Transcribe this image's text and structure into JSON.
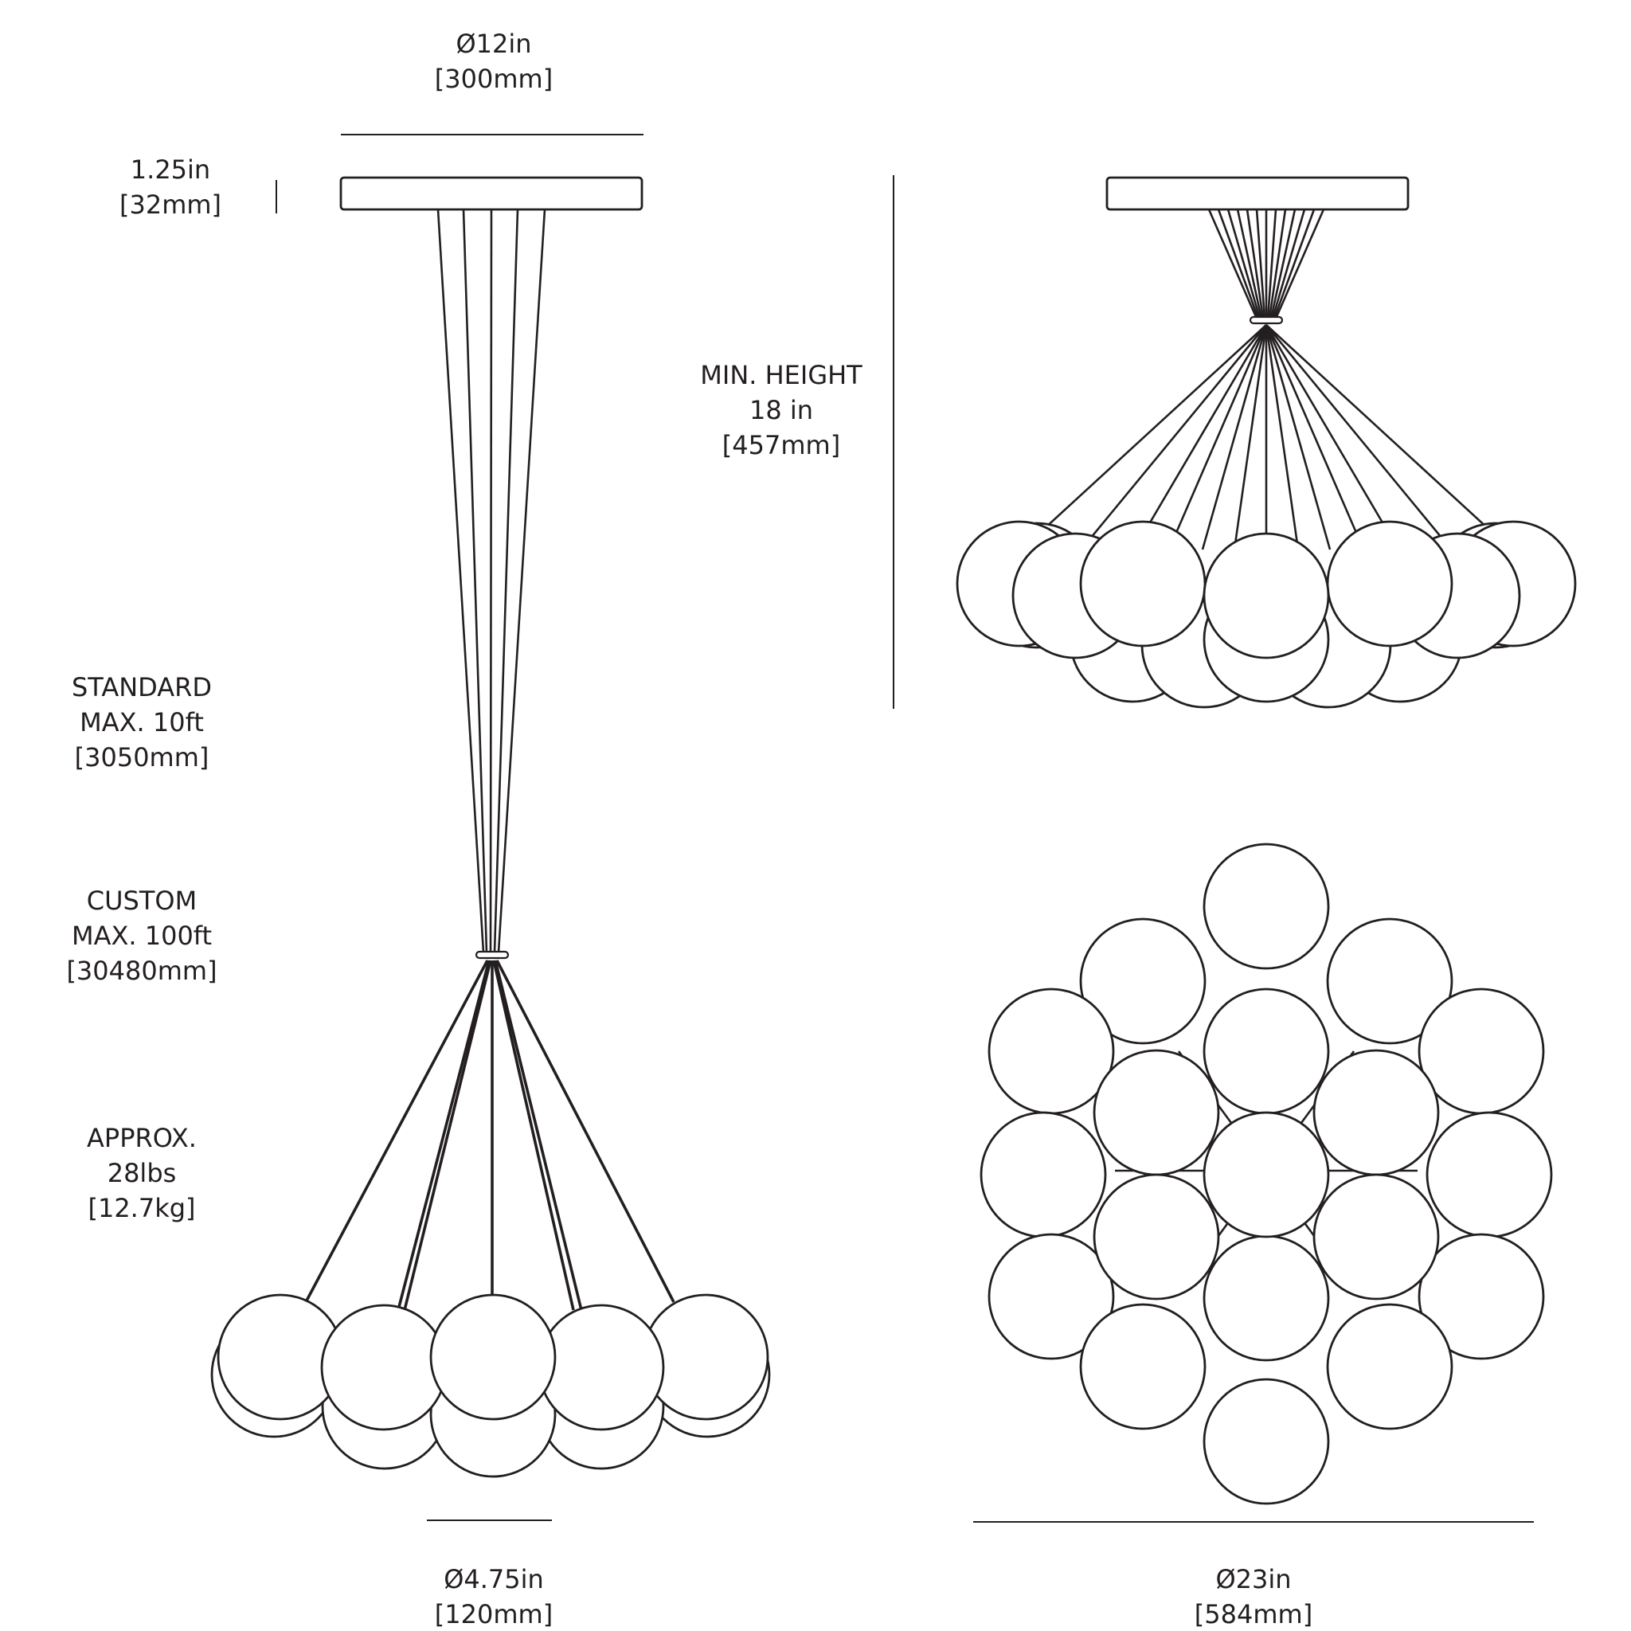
{
  "colors": {
    "line": "#231f20",
    "background": "#ffffff"
  },
  "dimensions": {
    "canopy_diameter": {
      "imperial": "Ø12in",
      "metric": "[300mm]"
    },
    "canopy_height": {
      "imperial": "1.25in",
      "metric": "[32mm]"
    },
    "min_height": {
      "label": "MIN. HEIGHT",
      "imperial": "18 in",
      "metric": "[457mm]"
    },
    "standard_max": {
      "label": "STANDARD",
      "imperial": "MAX. 10ft",
      "metric": "[3050mm]"
    },
    "custom_max": {
      "label": "CUSTOM",
      "imperial": "MAX. 100ft",
      "metric": "[30480mm]"
    },
    "weight": {
      "label": "APPROX.",
      "imperial": "28lbs",
      "metric": "[12.7kg]"
    },
    "globe_diameter": {
      "imperial": "Ø4.75in",
      "metric": "[120mm]"
    },
    "fixture_diameter": {
      "imperial": "Ø23in",
      "metric": "[584mm]"
    }
  },
  "views": [
    "side-elevation",
    "minimum-height-elevation",
    "plan-view"
  ]
}
